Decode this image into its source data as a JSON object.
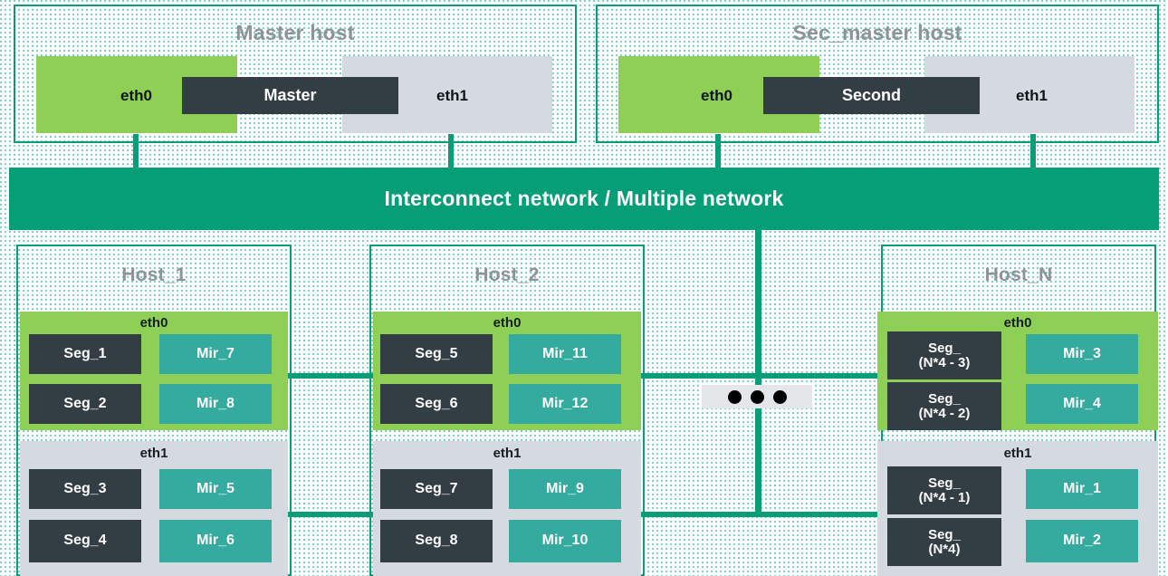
{
  "diagram": {
    "interconnect_label": "Interconnect network / Multiple network",
    "ellipsis": "● ● ●"
  },
  "colors": {
    "band_green": "#069e77",
    "border_green": "#0a9e78",
    "nic_green": "#8dd055",
    "nic_gray": "#d5d9e0",
    "segment_dark": "#333e44",
    "mirror_teal": "#34ab9e",
    "title_gray": "#8d9499"
  },
  "master_hosts": [
    {
      "title": "Master host",
      "eth0_label": "eth0",
      "eth1_label": "eth1",
      "role_label": "Master"
    },
    {
      "title": "Sec_master host",
      "eth0_label": "eth0",
      "eth1_label": "eth1",
      "role_label": "Second"
    }
  ],
  "segment_hosts": [
    {
      "title": "Host_1",
      "eth0": {
        "label": "eth0",
        "segments": [
          "Seg_1",
          "Seg_2"
        ],
        "mirrors": [
          "Mir_7",
          "Mir_8"
        ]
      },
      "eth1": {
        "label": "eth1",
        "segments": [
          "Seg_3",
          "Seg_4"
        ],
        "mirrors": [
          "Mir_5",
          "Mir_6"
        ]
      }
    },
    {
      "title": "Host_2",
      "eth0": {
        "label": "eth0",
        "segments": [
          "Seg_5",
          "Seg_6"
        ],
        "mirrors": [
          "Mir_11",
          "Mir_12"
        ]
      },
      "eth1": {
        "label": "eth1",
        "segments": [
          "Seg_7",
          "Seg_8"
        ],
        "mirrors": [
          "Mir_9",
          "Mir_10"
        ]
      }
    },
    {
      "title": "Host_N",
      "eth0": {
        "label": "eth0",
        "segments": [
          "Seg_\n(N*4 - 3)",
          "Seg_\n(N*4 - 2)"
        ],
        "mirrors": [
          "Mir_3",
          "Mir_4"
        ]
      },
      "eth1": {
        "label": "eth1",
        "segments": [
          "Seg_\n(N*4 - 1)",
          "Seg_\n(N*4)"
        ],
        "mirrors": [
          "Mir_1",
          "Mir_2"
        ]
      }
    }
  ]
}
